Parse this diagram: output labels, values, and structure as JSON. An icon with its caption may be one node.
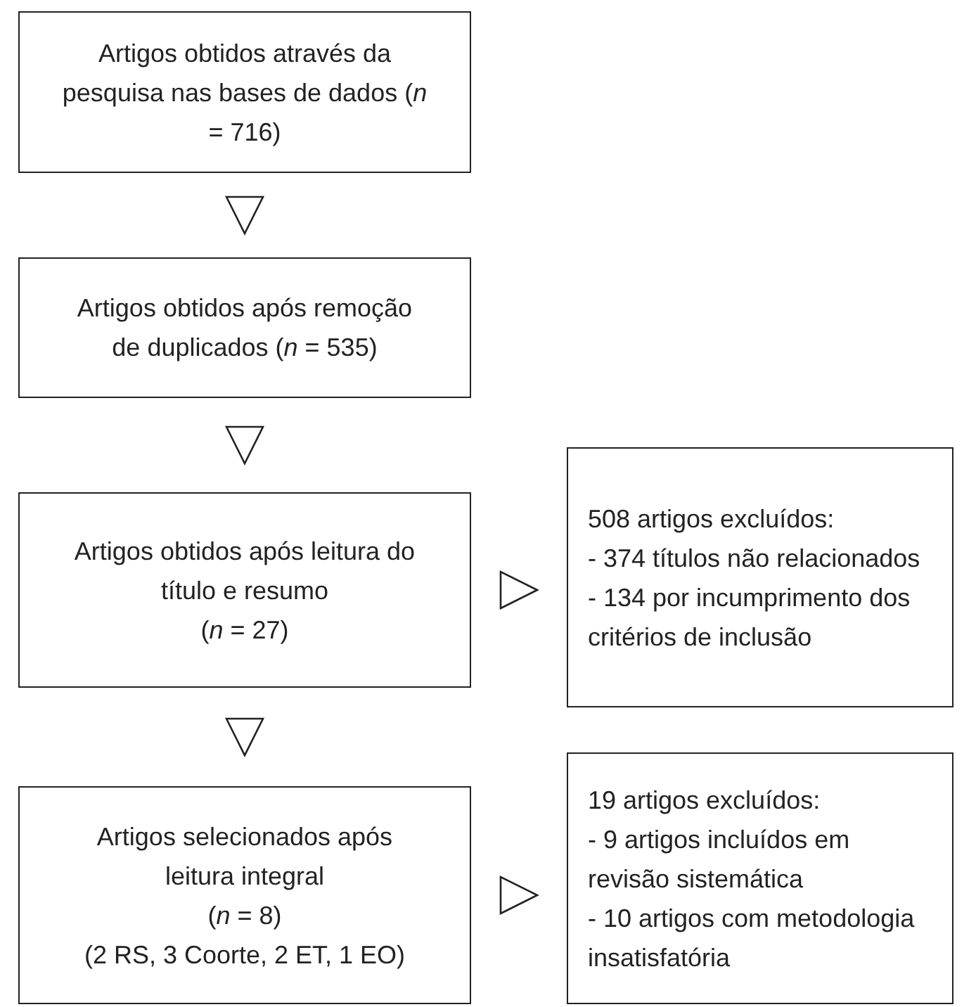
{
  "diagram": {
    "nodes": [
      {
        "text": [
          "Artigos obtidos através da pesquisa nas bases de dados (*n* = 716)"
        ]
      },
      {
        "text": [
          "Artigos obtidos após remoção de duplicados (*n* = 535)"
        ]
      },
      {
        "text": [
          "Artigos obtidos após leitura do título e resumo",
          "(*n* = 27)"
        ]
      },
      {
        "text": [
          "508 artigos excluídos:",
          "- 374 títulos não relacionados",
          "- 134 por incumprimento dos critérios de inclusão"
        ]
      },
      {
        "text": [
          "Artigos selecionados após leitura integral",
          "(*n* = 8)",
          "(2 RS, 3 Coorte, 2 ET, 1 EO)"
        ]
      },
      {
        "text": [
          "19 artigos excluídos:",
          "- 9 artigos incluídos em revisão sistemática",
          "- 10 artigos com metodologia insatisfatória"
        ]
      }
    ],
    "edges": [
      {
        "from": 0,
        "to": 1,
        "arrow": "to"
      },
      {
        "from": 1,
        "to": 2,
        "arrow": "to"
      },
      {
        "from": 2,
        "to": 3,
        "arrow": "to"
      },
      {
        "from": 2,
        "to": 4,
        "arrow": "to"
      },
      {
        "from": 4,
        "to": 5,
        "arrow": "to"
      }
    ]
  }
}
